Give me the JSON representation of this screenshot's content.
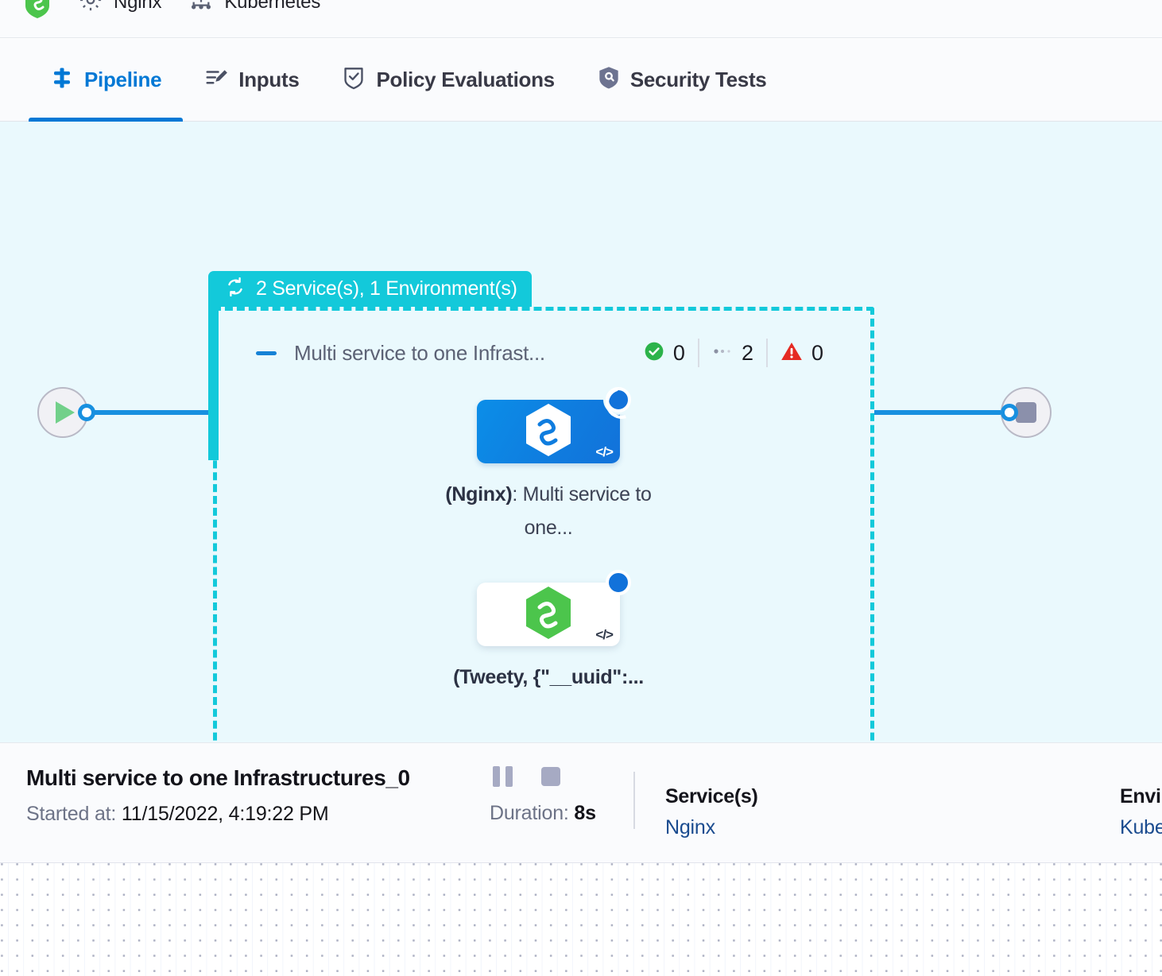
{
  "breadcrumb": {
    "items": [
      {
        "label": "Nginx",
        "icon": "gear-icon"
      },
      {
        "label": "Kubernetes",
        "icon": "kubernetes-icon"
      }
    ],
    "leading_icon": "harness-shield-icon"
  },
  "tabs": [
    {
      "label": "Pipeline",
      "icon": "pipeline-icon",
      "active": true
    },
    {
      "label": "Inputs",
      "icon": "inputs-icon",
      "active": false
    },
    {
      "label": "Policy Evaluations",
      "icon": "policy-shield-check-icon",
      "active": false
    },
    {
      "label": "Security Tests",
      "icon": "security-shield-icon",
      "active": false
    }
  ],
  "canvas": {
    "group": {
      "badge_text": "2 Service(s), 1 Environment(s)",
      "badge_icon": "loop-repeat-icon",
      "badge_color": "#13c9da",
      "title": "Multi service to one Infrast...",
      "collapse_icon": "collapse-dash-icon",
      "status_counts": [
        {
          "icon": "check-circle-icon",
          "value": "0",
          "color": "#2cb34a"
        },
        {
          "icon": "dots-icon",
          "value": "2",
          "color": "#9aa0b0"
        },
        {
          "icon": "warning-triangle-icon",
          "value": "0",
          "color": "#e52b23"
        }
      ]
    },
    "nodes": [
      {
        "label_bold": "(Nginx)",
        "label_rest": ": Multi service to one...",
        "style": "blue",
        "logo_icon": "harness-hexagon-icon",
        "code_icon": "code-brackets-icon",
        "status": "running"
      },
      {
        "label_bold": "(Tweety, {\"__uuid\":...",
        "label_rest": "",
        "style": "white",
        "logo_icon": "harness-hexagon-green-icon",
        "code_icon": "code-brackets-icon",
        "status": "solid"
      }
    ],
    "start_node": {
      "icon": "play-icon"
    },
    "end_node": {
      "icon": "stop-icon"
    }
  },
  "info": {
    "title": "Multi service to one Infrastructures_0",
    "started_label": "Started at:",
    "started_value": "11/15/2022, 4:19:22 PM",
    "pause_icon": "pause-icon",
    "stop_icon": "stop-icon",
    "duration_label": "Duration:",
    "duration_value": "8s",
    "services": {
      "heading": "Service(s)",
      "links": [
        "Nginx"
      ]
    },
    "environments": {
      "heading": "Envi",
      "links": [
        "Kube"
      ]
    }
  }
}
